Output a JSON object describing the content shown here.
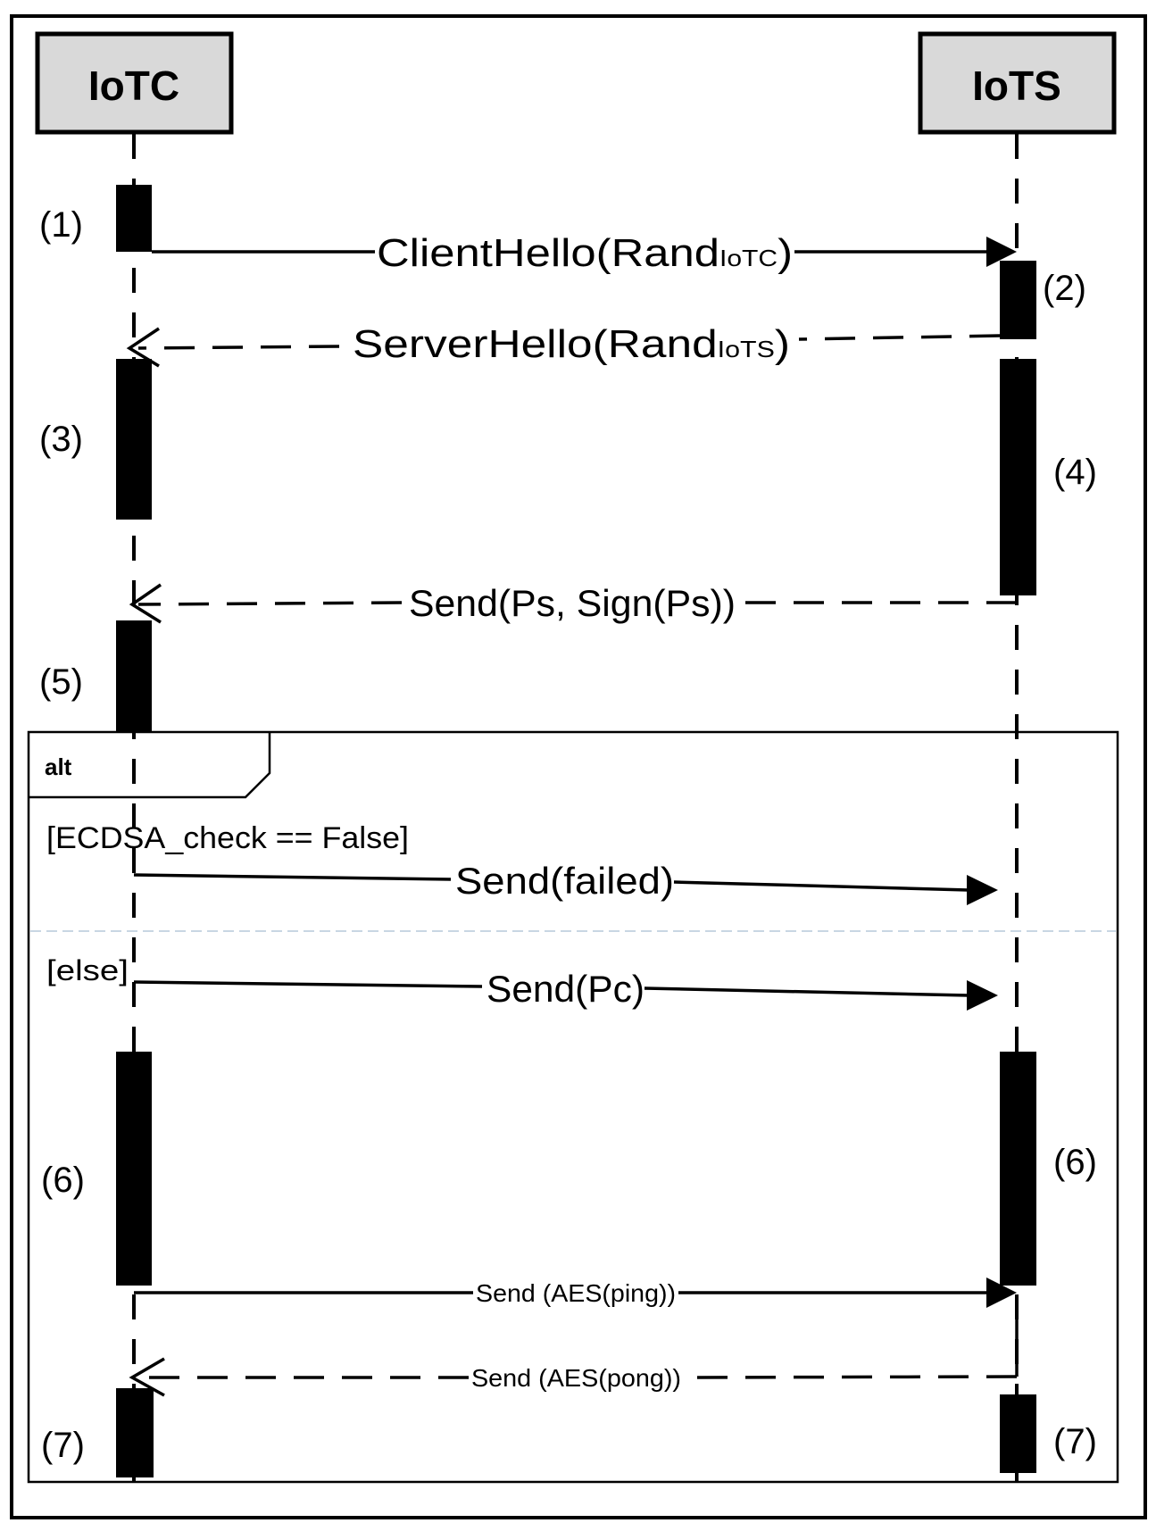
{
  "participants": {
    "client": "IoTC",
    "server": "IoTS"
  },
  "steps": {
    "s1": "(1)",
    "s2": "(2)",
    "s3": "(3)",
    "s4": "(4)",
    "s5": "(5)",
    "s6_left": "(6)",
    "s6_right": "(6)",
    "s7_left": "(7)",
    "s7_right": "(7)"
  },
  "messages": {
    "client_hello": {
      "text": "ClientHello(Rand",
      "sub": "IoTC",
      "close": ")"
    },
    "server_hello": {
      "text": "ServerHello(Rand",
      "sub": "IoTS",
      "close": ")"
    },
    "send_ps": "Send(Ps, Sign(Ps))",
    "send_failed": "Send(failed)",
    "send_pc": "Send(Pc)",
    "send_ping": "Send (AES(ping))",
    "send_pong": "Send (AES(pong))"
  },
  "fragment": {
    "operator": "alt",
    "guard_1": "[ECDSA_check == False]",
    "guard_2": "[else]"
  },
  "colors": {
    "header_fill": "#d9d9d9",
    "stroke": "#000000",
    "divider": "#c9d6e3"
  }
}
